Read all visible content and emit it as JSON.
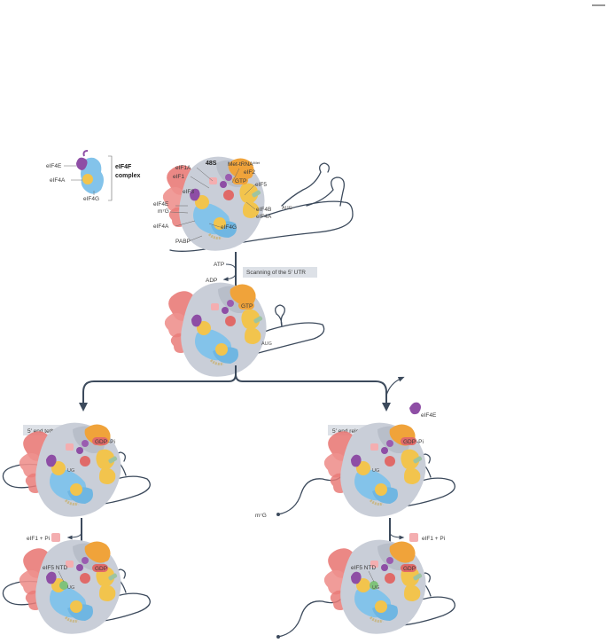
{
  "colors": {
    "ribosome": "#c9ced8",
    "eIF3": "#e97b78",
    "eIF4E": "#8e4ea5",
    "eIF4A": "#f2c44d",
    "eIF4G": "#83c3ea",
    "eIF2": "#f0a33a",
    "eIF5": "#c8cdd6",
    "eIF1": "#f4aeb0",
    "eIF5_NTD": "#7fc27a",
    "GDP": "#e06a68",
    "mrna": "#3c4a5c",
    "label_box": "#dde1e7"
  },
  "complex_legend": {
    "eIF4E": "eIF4E",
    "eIF4A": "eIF4A",
    "eIF4G": "eIF4G",
    "title_line1": "eIF4F",
    "title_line2": "complex"
  },
  "top_complex": {
    "title": "48S",
    "labels": {
      "met_trna": "Met-tRNA",
      "met_trna_sup": "iMet",
      "eIF2": "eIF2",
      "GTP": "GTP",
      "eIF5": "eIF5",
      "eIF1A": "eIF1A",
      "eIF1": "eIF1",
      "eIF3": "eIF3",
      "eIF4E": "eIF4E",
      "m7G": "m⁷G",
      "eIF4A_left": "eIF4A",
      "eIF4G": "eIF4G",
      "PABP": "PABP",
      "eIF4B": "eIF4B",
      "eIF4A_right": "eIF4A",
      "AUG": "AUG",
      "polyA": "AAAA"
    }
  },
  "scanning_step": {
    "ATP": "ATP",
    "ADP": "ADP",
    "label": "Scanning of the 5′ UTR"
  },
  "middle_complex": {
    "GTP": "GTP",
    "AUG": "AUG",
    "polyA": "AAAA"
  },
  "left_branch": {
    "box_label": "5′ end tethered",
    "gdp_pi": "GDP",
    "pi": "-Pi",
    "release_label": "eIF1 + Pi",
    "final_eIF5NTD": "eIF5 NTD",
    "final_GDP": "GDP",
    "aug": "UG",
    "polyA": "AAAA"
  },
  "right_branch": {
    "eIF4E_release": "eIF4E",
    "box_label": "5′ end released",
    "gdp_pi": "GDP",
    "pi": "-Pi",
    "m7G": "m⁷G",
    "release_label": "eIF1 + Pi",
    "final_eIF5NTD": "eIF5 NTD",
    "final_GDP": "GDP",
    "aug": "UG",
    "polyA": "AAAA"
  }
}
